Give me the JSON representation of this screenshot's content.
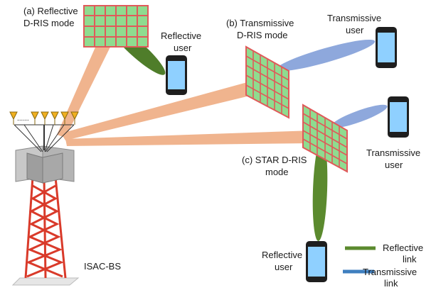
{
  "labels": {
    "reflective_mode": [
      "(a) Reflective",
      "D-RIS mode"
    ],
    "transmissive_mode": [
      "(b) Transmissive",
      "D-RIS mode"
    ],
    "star_mode": [
      "(c) STAR D-RIS",
      "mode"
    ],
    "reflective_user_a": [
      "Reflective",
      "user"
    ],
    "transmissive_user_b": [
      "Transmissive",
      "user"
    ],
    "transmissive_user_c": [
      "Transmissive",
      "user"
    ],
    "reflective_user_c": [
      "Reflective",
      "user"
    ],
    "base_station": "ISAC-BS",
    "bs_array_dots": "......"
  },
  "legend": [
    {
      "label": [
        "Reflective",
        "link"
      ],
      "color": "#5b8a2e",
      "icon": "green-line-icon"
    },
    {
      "label": [
        "Transmissive",
        "link"
      ],
      "color": "#3f7fbf",
      "icon": "blue-line-icon"
    }
  ],
  "colors": {
    "bs_beam": "#f0b088",
    "reflective_beam": "#4f7d2a",
    "transmissive_beam": "#8ea8dc",
    "ris_panel": "#8fdc8f",
    "ris_grid": "#e05a5a",
    "tower": "#d93a2a",
    "phone_screen": "#8fd0ff"
  }
}
